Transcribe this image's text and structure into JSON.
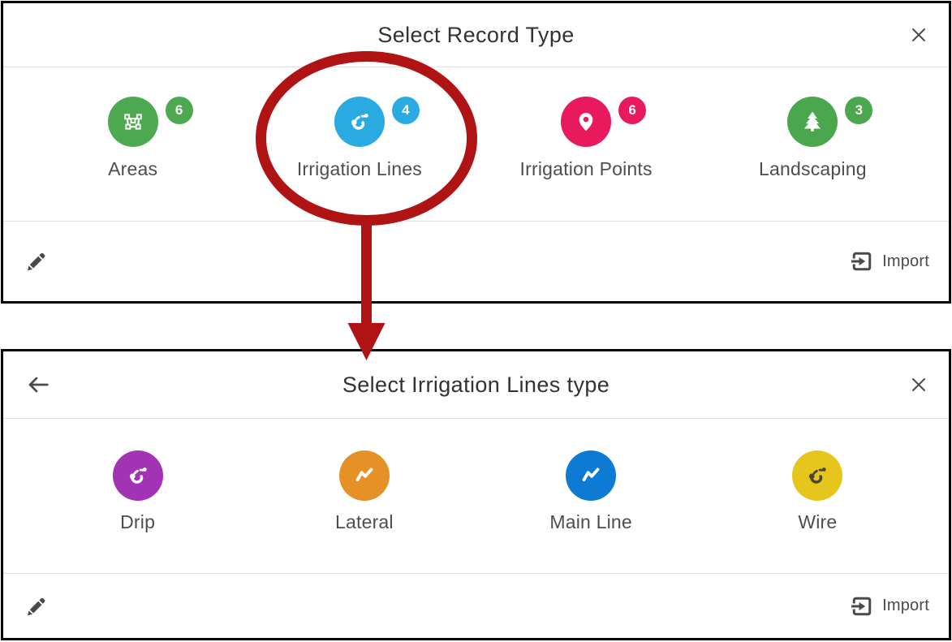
{
  "dialog1": {
    "title": "Select Record Type",
    "items": [
      {
        "label": "Areas",
        "count": "6",
        "color": "#4CA950",
        "glyph_color": "#ffffff",
        "icon": "polygon-areas-icon"
      },
      {
        "label": "Irrigation Lines",
        "count": "4",
        "color": "#29ABE2",
        "glyph_color": "#ffffff",
        "icon": "curved-line-icon"
      },
      {
        "label": "Irrigation Points",
        "count": "6",
        "color": "#E9195E",
        "glyph_color": "#ffffff",
        "icon": "map-pin-icon"
      },
      {
        "label": "Landscaping",
        "count": "3",
        "color": "#4AA74E",
        "glyph_color": "#ffffff",
        "icon": "pine-tree-icon"
      }
    ],
    "footer": {
      "import_label": "Import"
    }
  },
  "dialog2": {
    "title": "Select Irrigation Lines type",
    "items": [
      {
        "label": "Drip",
        "color": "#A333B5",
        "glyph_color": "#ffffff",
        "icon": "curved-line-icon"
      },
      {
        "label": "Lateral",
        "color": "#E69125",
        "glyph_color": "#ffffff",
        "icon": "zigzag-line-icon"
      },
      {
        "label": "Main Line",
        "color": "#0D7AD3",
        "glyph_color": "#ffffff",
        "icon": "zigzag-line-icon"
      },
      {
        "label": "Wire",
        "color": "#E6C61C",
        "glyph_color": "#4B4632",
        "icon": "curved-line-icon"
      }
    ],
    "footer": {
      "import_label": "Import"
    }
  },
  "annotation": {
    "color": "#B01313",
    "shape": "ellipse-circling-irrigation-lines-with-down-arrow"
  }
}
